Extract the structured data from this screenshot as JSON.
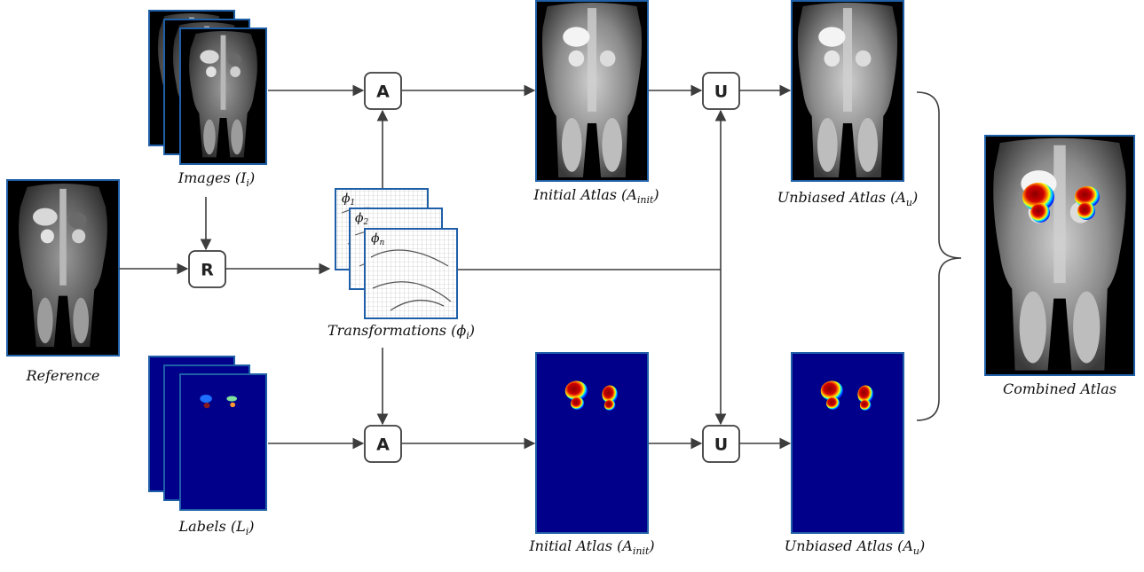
{
  "images_caption": {
    "main": "Images (",
    "var": "I",
    "sub": "i",
    "tail": ")"
  },
  "reference_caption": "Reference",
  "labels_caption": {
    "main": "Labels (",
    "var": "L",
    "sub": "i",
    "tail": ")"
  },
  "transformations_caption": {
    "main": "Transformations (",
    "var": "ϕ",
    "sub": "i",
    "tail": ")"
  },
  "phi_labels": [
    {
      "var": "ϕ",
      "sub": "1"
    },
    {
      "var": "ϕ",
      "sub": "2"
    },
    {
      "var": "ϕ",
      "sub": "n"
    }
  ],
  "initial_atlas_caption": {
    "main": "Initial Atlas (",
    "var": "A",
    "sub": "init",
    "tail": ")"
  },
  "unbiased_atlas_caption": {
    "main": "Unbiased Atlas (",
    "var": "A",
    "sub": "u",
    "tail": ")"
  },
  "combined_atlas_caption": "Combined Atlas",
  "operators": {
    "average": "A",
    "register": "R",
    "unbias": "U"
  },
  "colors": {
    "frame": "#1f5fa8",
    "label_bg": "#00008a",
    "edge": "#3d3d3d"
  }
}
